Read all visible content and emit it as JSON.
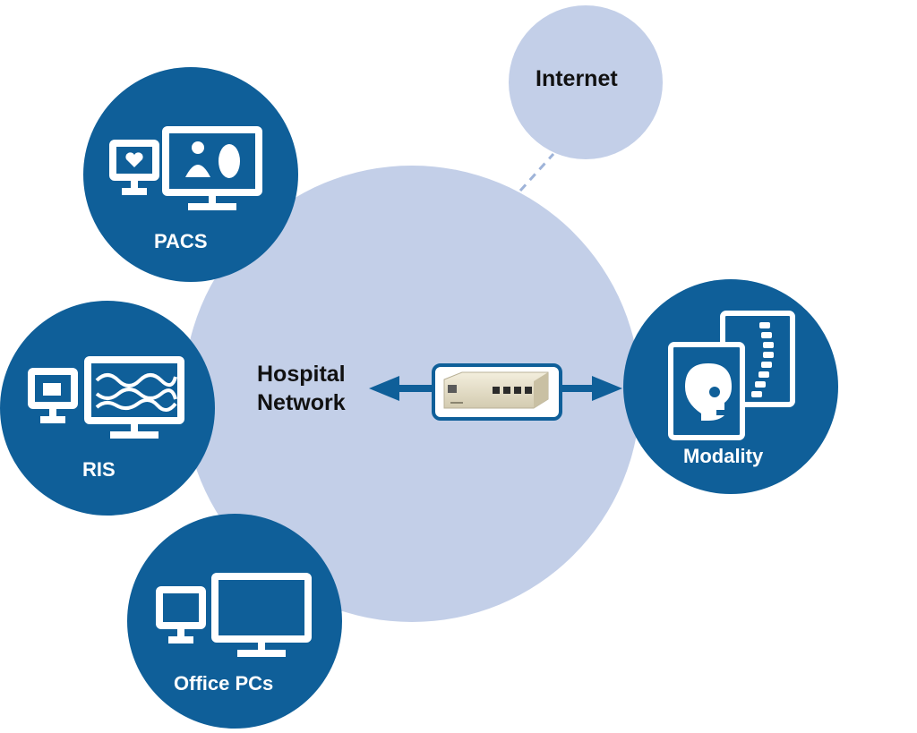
{
  "nodes": {
    "internet": {
      "label": "Internet"
    },
    "hospital_network": {
      "line1": "Hospital",
      "line2": "Network"
    },
    "pacs": {
      "label": "PACS",
      "icon": "monitors-heart-and-scan-icon"
    },
    "ris": {
      "label": "RIS",
      "icon": "monitors-waveform-icon"
    },
    "office_pcs": {
      "label": "Office PCs",
      "icon": "monitors-icon"
    },
    "modality": {
      "label": "Modality",
      "icon": "xray-skull-spine-icon"
    },
    "gateway": {
      "icon": "network-gateway-device-icon"
    }
  },
  "colors": {
    "node_blue": "#0f5f99",
    "network_fill": "#c3cfe8",
    "text_dark": "#111111",
    "device_beige": "#e9e2cc"
  }
}
